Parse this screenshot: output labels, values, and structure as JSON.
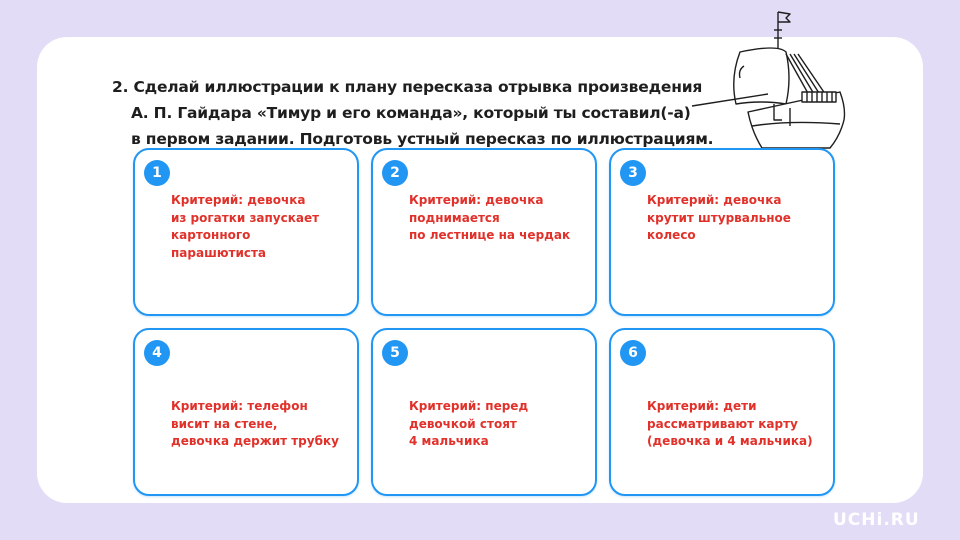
{
  "task": {
    "line1": "2. Сделай иллюстрации к плану пересказа отрывка произведения",
    "line2": "А. П. Гайдара «Тимур и его команда», который ты составил(-а)",
    "line3": "в первом задании. Подготовь устный пересказ по иллюстрациям."
  },
  "cells": [
    {
      "number": "1",
      "lines": [
        "Критерий: девочка",
        "из рогатки запускает",
        "картонного",
        "парашютиста"
      ]
    },
    {
      "number": "2",
      "lines": [
        "Критерий: девочка",
        "поднимается",
        "по лестнице на чердак"
      ]
    },
    {
      "number": "3",
      "lines": [
        "Критерий: девочка",
        "крутит штурвальное",
        "колесо"
      ]
    },
    {
      "number": "4",
      "lines": [
        "Критерий: телефон",
        "висит на стене,",
        "девочка держит трубку"
      ]
    },
    {
      "number": "5",
      "lines": [
        "Критерий: перед",
        "девочкой стоят",
        "4 мальчика"
      ]
    },
    {
      "number": "6",
      "lines": [
        "Критерий: дети",
        "рассматривают карту",
        "(девочка и 4 мальчика)"
      ]
    }
  ],
  "brand": {
    "logo": "UCHi.RU"
  },
  "colors": {
    "accent": "#2196f3",
    "criterion": "#e0312a",
    "background": "#e2dcf7"
  },
  "icons": {
    "ship": "sailing-ship-icon"
  }
}
